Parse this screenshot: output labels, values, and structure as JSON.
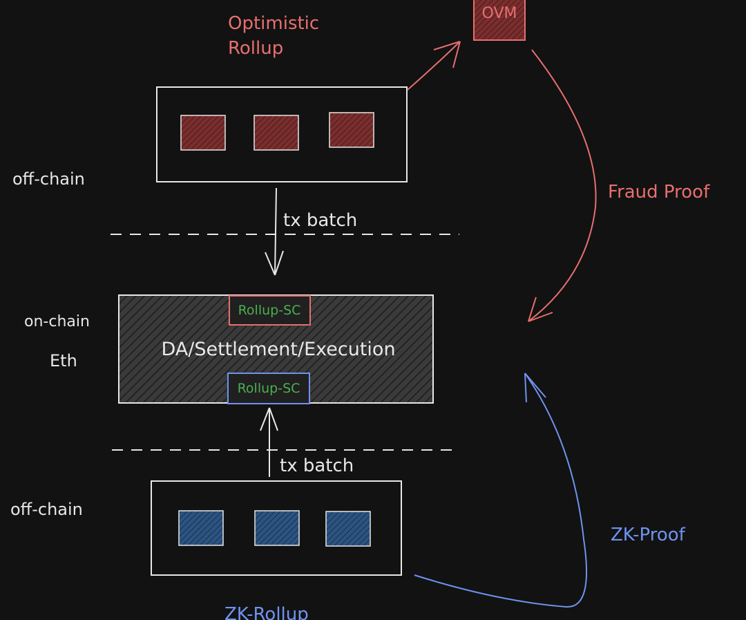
{
  "optimistic_rollup": {
    "label_line1": "Optimistic",
    "label_line2": "Rollup"
  },
  "ovm": {
    "label": "OVM"
  },
  "fraud_proof": {
    "label": "Fraud Proof"
  },
  "zk_proof": {
    "label": "ZK-Proof"
  },
  "zk_rollup": {
    "label": "ZK-Rollup"
  },
  "layers": {
    "off_chain_top": "off-chain",
    "on_chain": "on-chain",
    "eth": "Eth",
    "off_chain_bottom": "off-chain"
  },
  "tx_batch_top": "tx batch",
  "tx_batch_bottom": "tx batch",
  "settlement_box": {
    "label": "DA/Settlement/Execution",
    "contract_top": "Rollup-SC",
    "contract_bottom": "Rollup-SC"
  },
  "colors": {
    "background": "#121212",
    "stroke": "#e8e8e8",
    "optimistic": "#e86f6f",
    "optimistic_fill": "#6e2a2a",
    "zk": "#6f93f0",
    "zk_fill": "#284a72",
    "contract_text": "#4caf50"
  }
}
